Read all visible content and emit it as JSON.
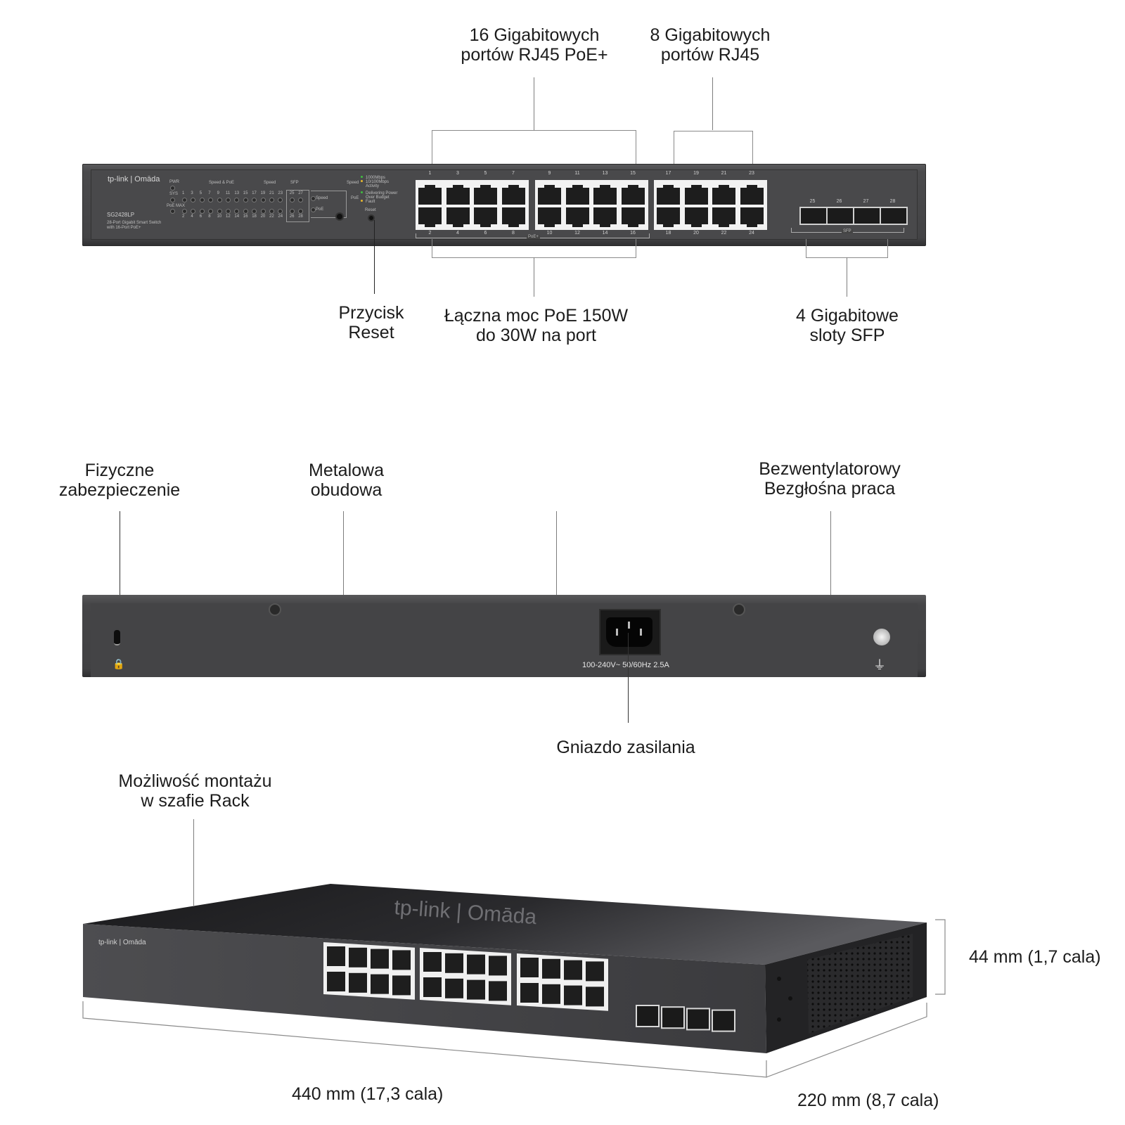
{
  "callouts_front": {
    "poe_ports": [
      "16 Gigabitowych",
      "portów RJ45 PoE+"
    ],
    "rj45_ports": [
      "8 Gigabitowych",
      "portów RJ45"
    ],
    "reset": [
      "Przycisk",
      "Reset"
    ],
    "poe_power": [
      "Łączna moc PoE 150W",
      "do 30W na port"
    ],
    "sfp": [
      "4 Gigabitowe",
      "sloty SFP"
    ]
  },
  "callouts_rear": {
    "security": [
      "Fizyczne",
      "zabezpieczenie"
    ],
    "metal": [
      "Metalowa",
      "obudowa"
    ],
    "fanless": [
      "Bezwentylatorowy",
      "Bezgłośna praca"
    ],
    "power_socket": "Gniazdo zasilania"
  },
  "callouts_3d": {
    "rack": [
      "Możliwość montażu",
      "w szafie Rack"
    ],
    "height": "44 mm (1,7 cala)",
    "width": "440 mm (17,3 cala)",
    "depth": "220 mm (8,7 cala)"
  },
  "device": {
    "brand": "tp-link | Omāda",
    "model": "SG2428LP",
    "description": [
      "28-Port Gigabit Smart Switch",
      "with 16-Port PoE+"
    ],
    "led_labels": {
      "pwr": "PWR",
      "sys": "SYS",
      "poe_max": "PoE MAX",
      "speed_poe": "Speed & PoE",
      "speed": "Speed",
      "sfp": "SFP",
      "speed_mode": "Speed",
      "poe_mode": "PoE",
      "reset": "Reset",
      "legend_speed": [
        "1000Mbps",
        "10/100Mbps",
        "Activity"
      ],
      "legend_poe": [
        "Delivering Power",
        "Over Budget",
        "Fault"
      ]
    },
    "led_top_numbers": [
      "1",
      "3",
      "5",
      "7",
      "9",
      "11",
      "13",
      "15",
      "17",
      "19",
      "21",
      "23",
      "25",
      "27"
    ],
    "led_bottom_numbers": [
      "2",
      "4",
      "6",
      "8",
      "10",
      "12",
      "14",
      "16",
      "18",
      "20",
      "22",
      "24",
      "26",
      "28"
    ],
    "port_top_numbers": [
      "1",
      "3",
      "5",
      "7",
      "9",
      "11",
      "13",
      "15",
      "17",
      "19",
      "21",
      "23"
    ],
    "port_bottom_numbers": [
      "2",
      "4",
      "6",
      "8",
      "10",
      "12",
      "14",
      "16",
      "18",
      "20",
      "22",
      "24"
    ],
    "sfp_numbers": [
      "25",
      "26",
      "27",
      "28"
    ],
    "poe_group_label": "PoE+",
    "sfp_group_label": "SFP",
    "power_rating": "100-240V~ 50/60Hz 2.5A",
    "top_logo": "tp-link | Omāda"
  },
  "icons": {
    "lock": "🔒",
    "ground": "⏚"
  },
  "colors": {
    "chassis": "#464648",
    "port_frame": "#f2f2f2",
    "led_green": "#3fbf3f",
    "led_amber": "#e7b830",
    "callout_line": "#7d7d7d"
  }
}
